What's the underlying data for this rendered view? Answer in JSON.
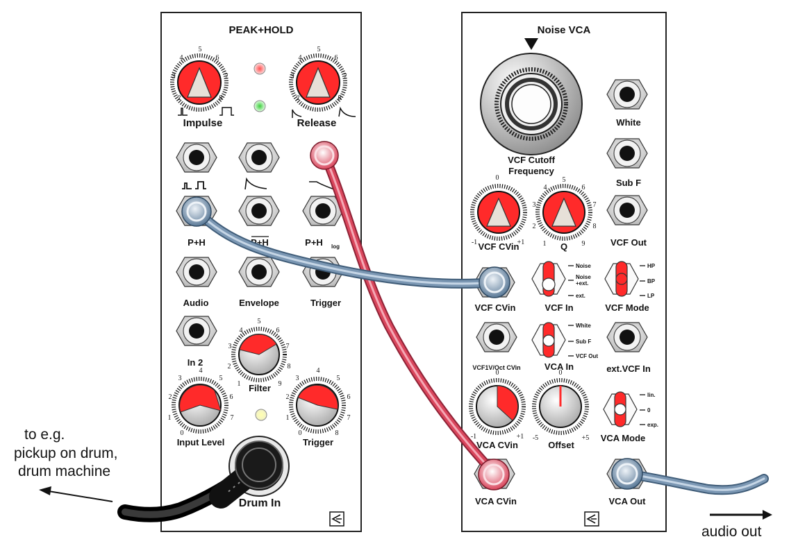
{
  "left_module": {
    "title": "PEAK+HOLD",
    "impulse_label": "Impulse",
    "release_label": "Release",
    "jack_row2": {
      "a": "⎍ ⎍",
      "c": ""
    },
    "p_h": "P+H",
    "p_h_bar": "P+H",
    "p_h_log_main": "P+H",
    "p_h_log_sub": "log",
    "audio": "Audio",
    "envelope": "Envelope",
    "trigger": "Trigger",
    "in2": "In 2",
    "filter": "Filter",
    "input_level": "Input Level",
    "trigger_knob": "Trigger",
    "drum_in": "Drum In",
    "ticks_1_8": [
      "1",
      "2",
      "3",
      "4",
      "5",
      "6",
      "7",
      "8",
      "9"
    ],
    "ticks_0_8": [
      "0",
      "1",
      "2",
      "3",
      "4",
      "5",
      "6",
      "7",
      "8"
    ],
    "ticks_2_8": [
      "2",
      "3",
      "4",
      "5",
      "6",
      "7",
      "8"
    ]
  },
  "right_module": {
    "title": "Noise VCA",
    "vcf_cutoff_line1": "VCF Cutoff",
    "vcf_cutoff_line2": "Frequency",
    "white": "White",
    "sub_f": "Sub F",
    "vcf_out": "VCF Out",
    "vcf_cvin_knob": "VCF CVin",
    "q": "Q",
    "vcf_cvin_jack": "VCF CVin",
    "vcf_in": "VCF In",
    "vcf_mode": "VCF Mode",
    "vcf_in_opts": [
      "Noise",
      "Noise",
      "+ext.",
      "ext."
    ],
    "vcf_mode_opts": [
      "HP",
      "BP",
      "LP"
    ],
    "vcf1v": "VCF1V/Oct CVin",
    "vca_in": "VCA In",
    "vca_in_opts": [
      "White",
      "Sub F",
      "VCF Out"
    ],
    "ext_vcf_in": "ext.VCF In",
    "vca_cvin_knob": "VCA CVin",
    "offset": "Offset",
    "vca_mode": "VCA Mode",
    "vca_mode_opts": [
      "lin.",
      "0",
      "exp."
    ],
    "vca_cvin_jack": "VCA CVin",
    "vca_out": "VCA Out",
    "bipolar_ticks": [
      "-1",
      "0",
      "+1"
    ],
    "offset_ticks": [
      "-5",
      "0",
      "+5"
    ],
    "q_ticks": [
      "1",
      "2",
      "3",
      "4",
      "5",
      "6",
      "7",
      "8",
      "9"
    ]
  },
  "notes": {
    "left_line1": "to e.g.",
    "left_line2": "pickup on drum,",
    "left_line3": "drum machine",
    "right": "audio out"
  },
  "colors": {
    "knob_red": "#ff2a2a",
    "cable_red": "#d9465c",
    "cable_blue": "#6f8eab",
    "cable_black": "#1a1a1a"
  }
}
